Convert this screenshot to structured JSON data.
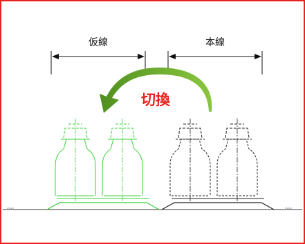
{
  "labels": {
    "temporary_line": "仮線",
    "main_line": "本線",
    "switch": "切換"
  },
  "colors": {
    "frame": "#e8231d",
    "arrow": "#6aa72f",
    "temporary_line": "#3bd13b",
    "main_line": "#222222",
    "switch_text": "#e8231d"
  }
}
